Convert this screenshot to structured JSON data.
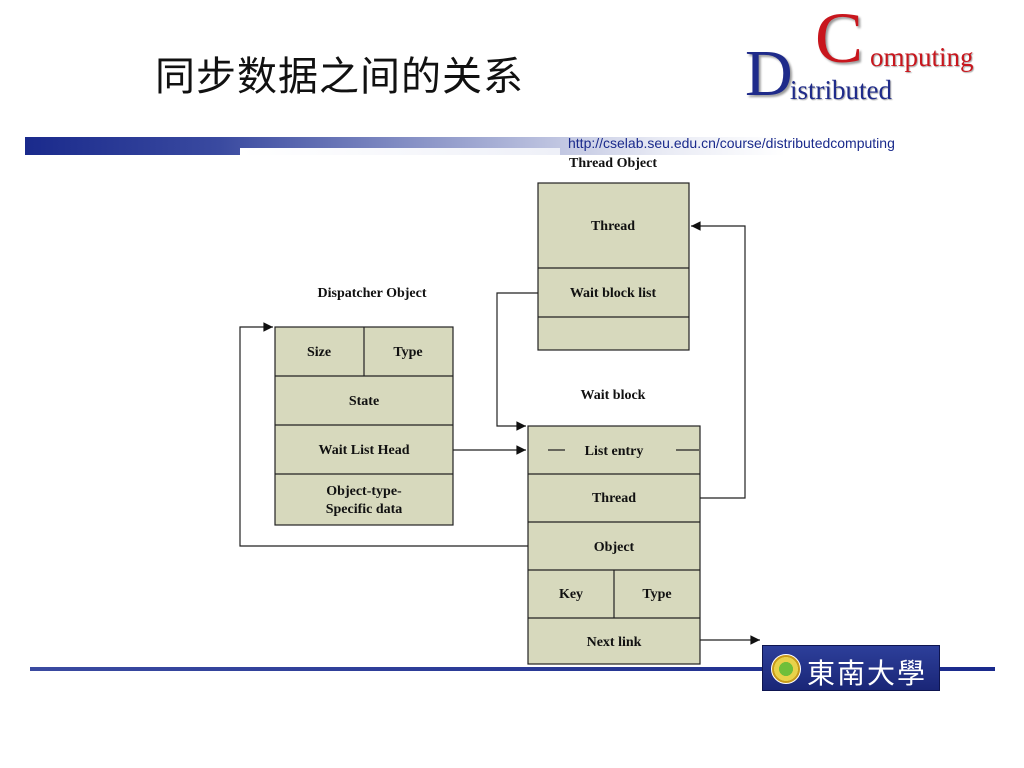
{
  "slide": {
    "title": "同步数据之间的关系",
    "url": "http://cselab.seu.edu.cn/course/distributedcomputing"
  },
  "logo": {
    "big_c": "C",
    "rest_c": "omputing",
    "big_d": "D",
    "rest_d": "istributed"
  },
  "university": {
    "name": "東南大學"
  },
  "colors": {
    "box_fill": "#d7d9bd",
    "logo_red": "#c8161d",
    "logo_blue": "#1f2b8a",
    "band_blue": "#1a2a8c"
  },
  "diagram": {
    "dispatcher": {
      "title": "Dispatcher Object",
      "size": "Size",
      "type": "Type",
      "state": "State",
      "wait_list_head": "Wait List Head",
      "specific_line1": "Object-type-",
      "specific_line2": "Specific data"
    },
    "thread_object": {
      "title": "Thread Object",
      "thread": "Thread",
      "wait_block_list": "Wait block list"
    },
    "wait_block": {
      "title": "Wait block",
      "list_entry": "List entry",
      "thread": "Thread",
      "object": "Object",
      "key": "Key",
      "type": "Type",
      "next_link": "Next link"
    }
  }
}
